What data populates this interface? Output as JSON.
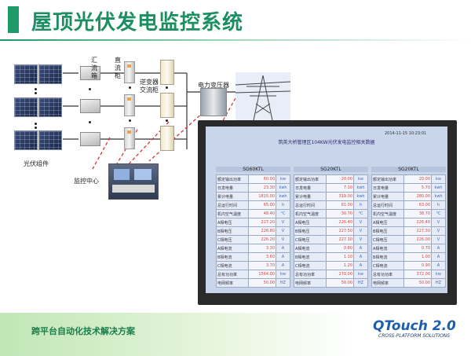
{
  "title": "屋顶光伏发电监控系统",
  "diagram": {
    "labels": {
      "pv_module": "光伏组件",
      "combiner_box": "汇\n流\n箱",
      "dc_cabinet": "直\n流\n柜",
      "inverter_cabinet": "逆变器\n交流柜",
      "transformer": "电力变压器",
      "monitor_center": "监控中心"
    }
  },
  "screen": {
    "title": "筑英大桥管理区104KW光伏发电监控相关数据",
    "date": "2014-11-15 10:23:01",
    "units": [
      {
        "name": "SG60KTL",
        "rows": [
          [
            "额定输出功率",
            "60.00",
            "kw"
          ],
          [
            "日发电量",
            "23.30",
            "kwh"
          ],
          [
            "累计电量",
            "1815.00",
            "kwh"
          ],
          [
            "总运行时间",
            "65.00",
            "h"
          ],
          [
            "机内空气温度",
            "48.40",
            "°C"
          ],
          [
            "A相电压",
            "227.20",
            "V"
          ],
          [
            "B相电压",
            "226.80",
            "V"
          ],
          [
            "C相电压",
            "226.20",
            "V"
          ],
          [
            "A相电流",
            "3.30",
            "A"
          ],
          [
            "B相电流",
            "3.60",
            "A"
          ],
          [
            "C相电流",
            "3.70",
            "A"
          ],
          [
            "总有功功率",
            "1564.00",
            "kw"
          ],
          [
            "电网频率",
            "50.00",
            "HZ"
          ]
        ]
      },
      {
        "name": "SG20KTL",
        "rows": [
          [
            "额定输出功率",
            "20.00",
            "kw"
          ],
          [
            "日发电量",
            "7.10",
            "kwh"
          ],
          [
            "累计电量",
            "319.00",
            "kwh"
          ],
          [
            "总运行时间",
            "61.00",
            "h"
          ],
          [
            "机内空气温度",
            "30.70",
            "°C"
          ],
          [
            "A相电压",
            "226.40",
            "V"
          ],
          [
            "B相电压",
            "227.50",
            "V"
          ],
          [
            "C相电压",
            "227.10",
            "V"
          ],
          [
            "A相电流",
            "0.80",
            "A"
          ],
          [
            "B相电流",
            "1.10",
            "A"
          ],
          [
            "C相电流",
            "1.20",
            "A"
          ],
          [
            "总有功功率",
            "270.00",
            "kw"
          ],
          [
            "电网频率",
            "50.00",
            "HZ"
          ]
        ]
      },
      {
        "name": "SG20KTL",
        "rows": [
          [
            "额定输出功率",
            "20.00",
            "kw"
          ],
          [
            "日发电量",
            "5.70",
            "kwh"
          ],
          [
            "累计电量",
            "280.00",
            "kwh"
          ],
          [
            "总运行时间",
            "63.00",
            "h"
          ],
          [
            "机内空气温度",
            "38.70",
            "°C"
          ],
          [
            "A相电压",
            "226.40",
            "V"
          ],
          [
            "B相电压",
            "227.30",
            "V"
          ],
          [
            "C相电压",
            "226.00",
            "V"
          ],
          [
            "A相电流",
            "0.70",
            "A"
          ],
          [
            "B相电流",
            "1.00",
            "A"
          ],
          [
            "C相电流",
            "0.90",
            "A"
          ],
          [
            "总有功功率",
            "372.00",
            "kw"
          ],
          [
            "电网频率",
            "50.00",
            "HZ"
          ]
        ]
      }
    ]
  },
  "footer": {
    "text": "跨平台自动化技术解决方案",
    "brand": "QTouch 2.0",
    "brand_sub": "CROSS-PLATFORM SOLUTIONS"
  },
  "colors": {
    "accent": "#1f9a6a",
    "value_red": "#e0433a",
    "unit_blue": "#3a6bc4"
  }
}
